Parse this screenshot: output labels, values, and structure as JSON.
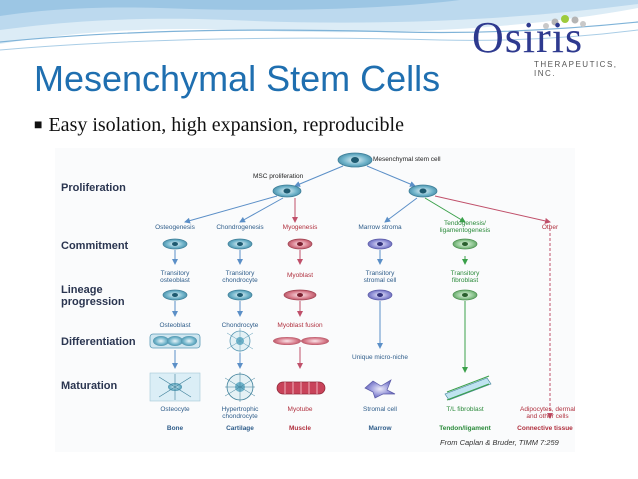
{
  "logo": {
    "name": "Osiris",
    "tagline": "THERAPEUTICS, INC."
  },
  "slide": {
    "title": "Mesenchymal Stem Cells",
    "bullet": "Easy isolation, high expansion, reproducible"
  },
  "diagram": {
    "rows": {
      "proliferation": "Proliferation",
      "commitment": "Commitment",
      "lineage_1": "Lineage",
      "lineage_2": "progression",
      "differentiation": "Differentiation",
      "maturation": "Maturation"
    },
    "top": {
      "stem_cell": "Mesenchymal stem cell",
      "msc_proliferation": "MSC proliferation"
    },
    "columns": [
      {
        "commitment": "Osteogenesis",
        "progression": [
          "Transitory",
          "osteoblast"
        ],
        "differentiation": "Osteoblast",
        "mature": [
          "Osteocyte"
        ],
        "tissue": "Bone",
        "tissue_color": "blue"
      },
      {
        "commitment": "Chondrogenesis",
        "progression": [
          "Transitory",
          "chondrocyte"
        ],
        "differentiation": "Chondrocyte",
        "mature": [
          "Hypertrophic",
          "chondrocyte"
        ],
        "tissue": "Cartilage",
        "tissue_color": "blue"
      },
      {
        "commitment": "Myogenesis",
        "progression": [
          "Myoblast"
        ],
        "differentiation": "Myoblast fusion",
        "mature": [
          "Myotube"
        ],
        "tissue": "Muscle",
        "tissue_color": "red"
      },
      {
        "commitment": "Marrow stroma",
        "progression": [
          "Transitory",
          "stromal cell"
        ],
        "differentiation": "Unique micro-niche",
        "mature": [
          "Stromal cell"
        ],
        "tissue": "Marrow",
        "tissue_color": "blue"
      },
      {
        "commitment": [
          "Tendogenesis/",
          "ligamentogenesis"
        ],
        "progression": [
          "Transitory",
          "fibroblast"
        ],
        "differentiation": "",
        "mature": [
          "T/L fibroblast"
        ],
        "tissue": "Tendon/ligament",
        "tissue_color": "green"
      },
      {
        "commitment": "Other",
        "progression": [],
        "differentiation": "",
        "mature": [
          "Adipocytes, dermal",
          "and other cells"
        ],
        "tissue": "Connective tissue",
        "tissue_color": "red"
      }
    ],
    "citation": "From Caplan & Bruder, TIMM 7:259"
  },
  "colors": {
    "title": "#1f6fb0",
    "arrow_blue": "#5b8fc7",
    "arrow_red": "#c0506a",
    "arrow_green": "#3aa04a",
    "cell_fill": "#6db2c9",
    "logo": "#2e3a8f"
  }
}
